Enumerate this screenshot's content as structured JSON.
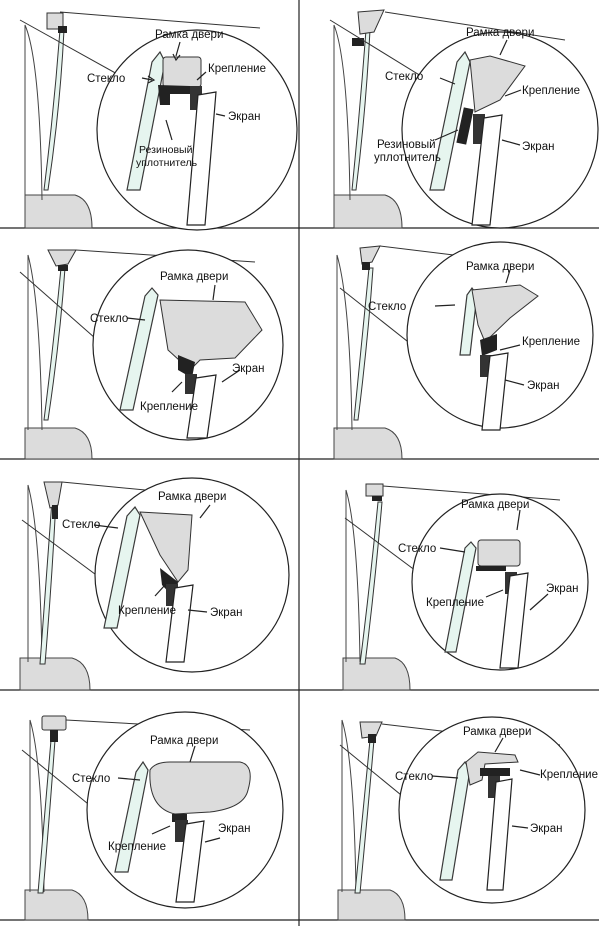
{
  "colors": {
    "frame_fill": "#dcdcdc",
    "frame_stroke": "#333333",
    "glass_fill": "#e6f5ef",
    "glass_stroke": "#3a3a3a",
    "grid_line": "#222222"
  },
  "panels": [
    {
      "labels": [
        {
          "text": "Рамка двери"
        },
        {
          "text": "Стекло"
        },
        {
          "text": "Крепление"
        },
        {
          "text": "Экран"
        },
        {
          "text": "Резиновый"
        },
        {
          "text": "уплотнитель"
        }
      ]
    },
    {
      "labels": [
        {
          "text": "Рамка двери"
        },
        {
          "text": "Стекло"
        },
        {
          "text": "Крепление"
        },
        {
          "text": "Экран"
        },
        {
          "text": "Резиновый"
        },
        {
          "text": "уплотнитель"
        }
      ]
    },
    {
      "labels": [
        {
          "text": "Рамка двери"
        },
        {
          "text": "Стекло"
        },
        {
          "text": "Экран"
        },
        {
          "text": "Крепление"
        }
      ]
    },
    {
      "labels": [
        {
          "text": "Рамка двери"
        },
        {
          "text": "Стекло"
        },
        {
          "text": "Крепление"
        },
        {
          "text": "Экран"
        }
      ]
    },
    {
      "labels": [
        {
          "text": "Рамка двери"
        },
        {
          "text": "Стекло"
        },
        {
          "text": "Крепление"
        },
        {
          "text": "Экран"
        }
      ]
    },
    {
      "labels": [
        {
          "text": "Рамка двери"
        },
        {
          "text": "Стекло"
        },
        {
          "text": "Крепление"
        },
        {
          "text": "Экран"
        }
      ]
    },
    {
      "labels": [
        {
          "text": "Рамка двери"
        },
        {
          "text": "Стекло"
        },
        {
          "text": "Крепление"
        },
        {
          "text": "Экран"
        }
      ]
    },
    {
      "labels": [
        {
          "text": "Рамка двери"
        },
        {
          "text": "Стекло"
        },
        {
          "text": "Крепление"
        },
        {
          "text": "Экран"
        }
      ]
    }
  ]
}
